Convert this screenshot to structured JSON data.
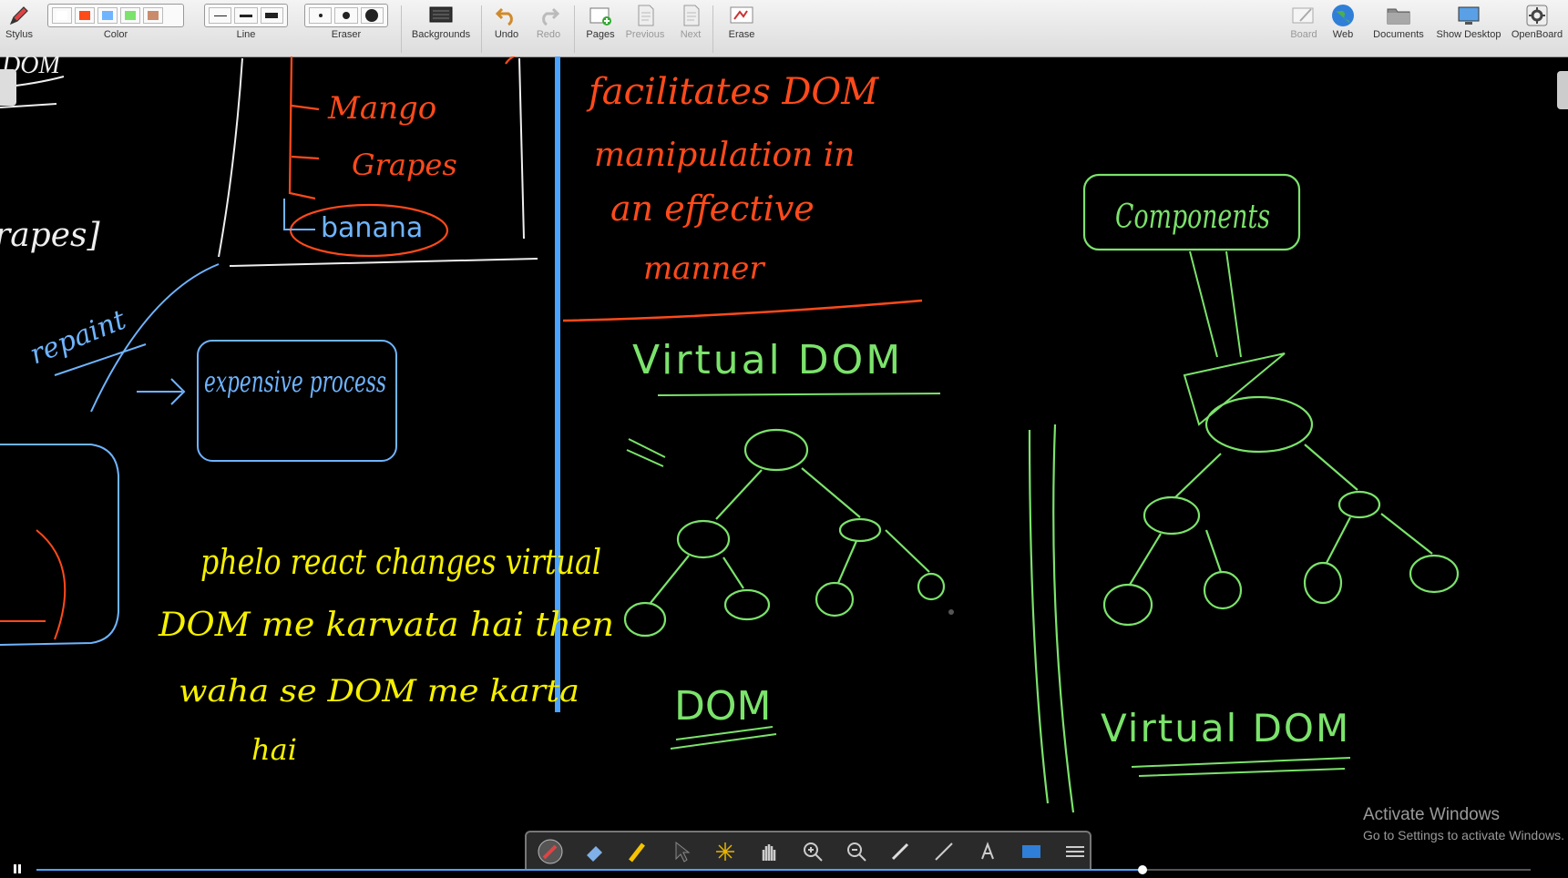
{
  "toolbar": {
    "stylus": "Stylus",
    "color": "Color",
    "line": "Line",
    "eraser": "Eraser",
    "backgrounds": "Backgrounds",
    "undo": "Undo",
    "redo": "Redo",
    "pages": "Pages",
    "previous": "Previous",
    "next": "Next",
    "erase": "Erase",
    "board": "Board",
    "web": "Web",
    "documents": "Documents",
    "show_desktop": "Show Desktop",
    "openboard": "OpenBoard"
  },
  "palette_colors": [
    "#ffffff",
    "#ff4a1a",
    "#6fb4ff",
    "#7be36b",
    "#c98b6b"
  ],
  "board": {
    "orange_words": [
      "Mango",
      "Grapes",
      "banana"
    ],
    "blue_text": {
      "repaint": "repaint",
      "process": "expensive process",
      "grapes_line": "rapes]"
    },
    "red_notes": [
      "facilitates DOM",
      "manipulation in",
      "an effective",
      "manner"
    ],
    "yellow_notes": [
      "phelo react changes virtual",
      "DOM me karvata hai then",
      "waha se DOM me karta",
      "hai"
    ],
    "virtual_dom_title": "Virtual DOM",
    "dom_label": "DOM",
    "components_label": "Components",
    "virtual_dom_label": "Virtual DOM"
  },
  "watermark": {
    "title": "Activate Windows",
    "subtitle": "Go to Settings to activate Windows."
  },
  "player": {
    "progress": 0.74
  },
  "icons": [
    "stylus-icon",
    "undo-icon",
    "redo-icon",
    "pages-icon",
    "previous-icon",
    "next-icon",
    "erase-icon",
    "board-icon",
    "web-globe-icon",
    "documents-folder-icon",
    "show-desktop-icon",
    "openboard-settings-icon"
  ]
}
